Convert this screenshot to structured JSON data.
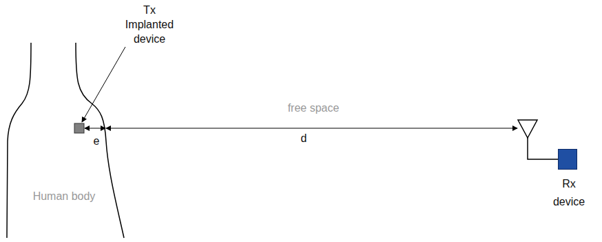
{
  "diagram": {
    "nodes": [
      {
        "text": [
          "Rx device"
        ]
      }
    ],
    "labels": [
      "Tx Implanted device",
      "e",
      "d",
      "free space",
      "Human body"
    ]
  }
}
